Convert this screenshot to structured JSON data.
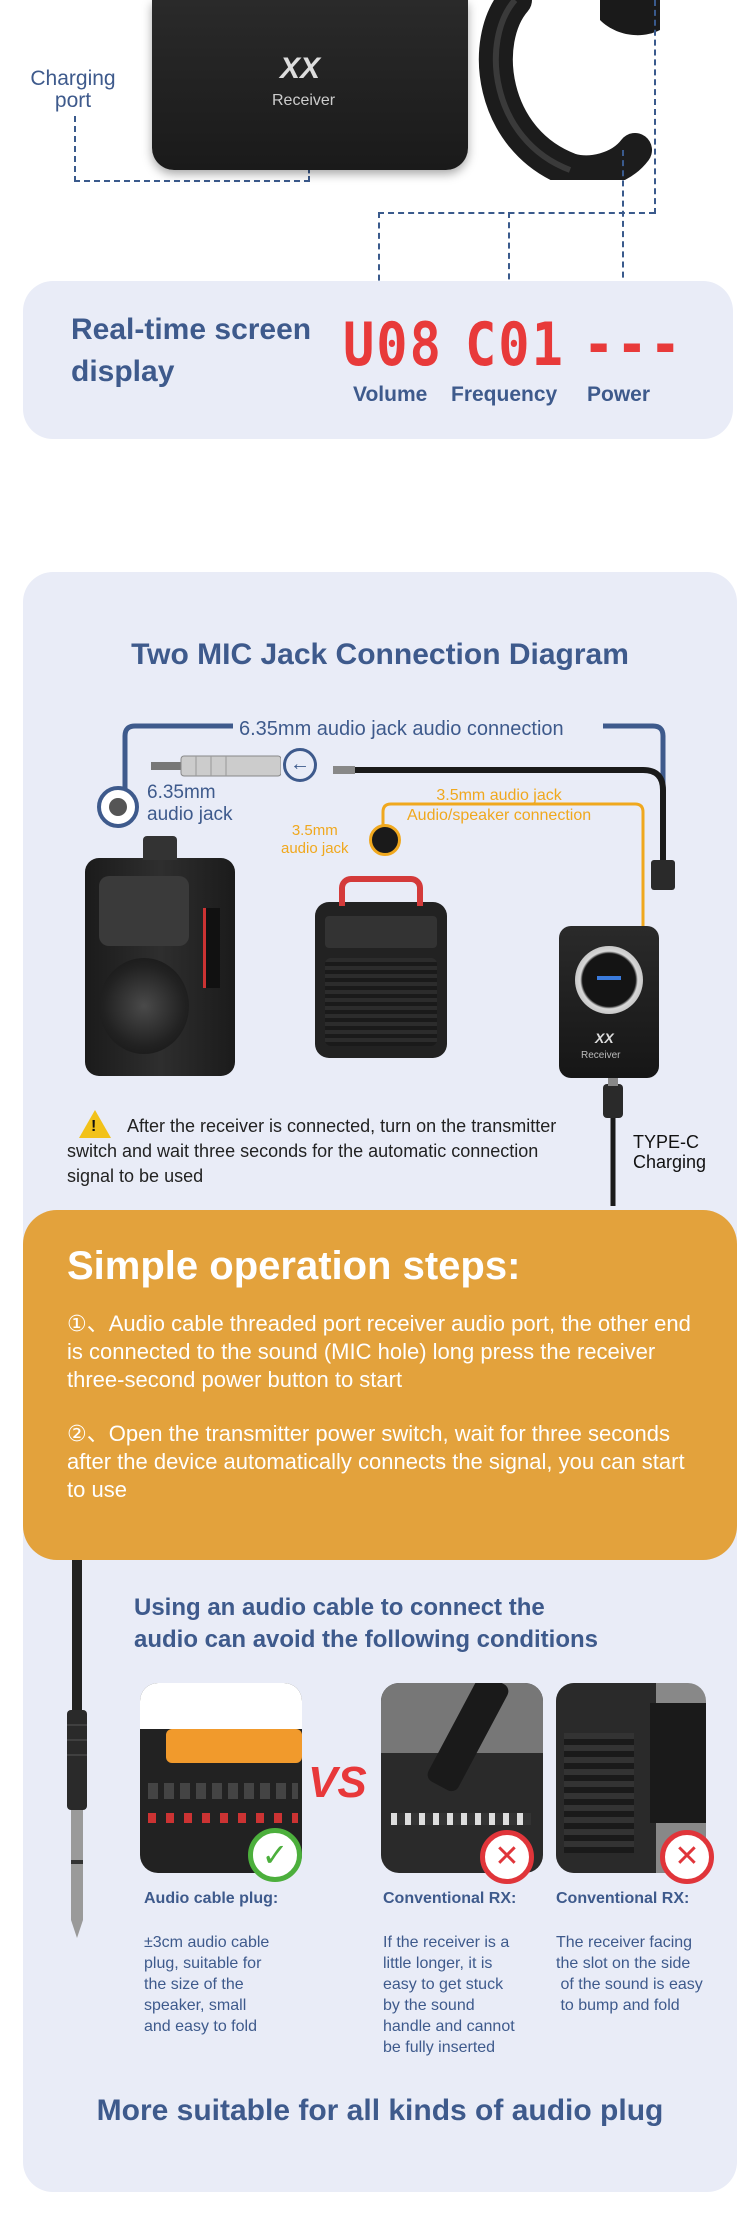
{
  "top": {
    "charging_port": "Charging\nport",
    "device_logo_text": "Receiver"
  },
  "display_card": {
    "title": "Real-time screen\ndisplay",
    "volume_reading": "U08",
    "frequency_reading": "C01",
    "power_reading": "---",
    "volume_label": "Volume",
    "frequency_label": "Frequency",
    "power_label": "Power"
  },
  "diagram": {
    "title": "Two MIC Jack Connection Diagram",
    "line_label": "6.35mm audio jack audio connection",
    "jack_635": "6.35mm\naudio jack",
    "jack_35_right": "3.5mm audio jack\nAudio/speaker connection",
    "jack_35_left": "3.5mm\naudio jack",
    "receiver_badge": "Receiver",
    "warning": "After the receiver is connected, turn on the transmitter switch and wait three seconds for the automatic connection signal to be used",
    "typec": "TYPE-C\nCharging"
  },
  "steps": {
    "title": "Simple operation steps:",
    "step1": "①、Audio cable threaded port receiver audio port, the other end is connected to the sound (MIC hole) long press the receiver three-second power button to start",
    "step2": "②、Open the transmitter power switch, wait for three seconds after the device automatically connects the signal, you can start to use"
  },
  "compare": {
    "heading": "Using an audio cable to connect the\naudio can avoid the following conditions",
    "vs": "VS",
    "col1_title": "Audio cable plug:",
    "col1_text": "±3cm audio cable\nplug, suitable for\nthe size of the\nspeaker, small\nand easy to fold",
    "col2_title": "Conventional RX:",
    "col2_text": "If the receiver is a\nlittle longer, it is\neasy to get stuck\nby the sound\nhandle and cannot\nbe fully inserted",
    "col3_title": "Conventional RX:",
    "col3_text": "The receiver facing\nthe slot on the side\n of the sound is easy\n to bump and fold",
    "footer": "More suitable for all kinds of audio plug"
  },
  "colors": {
    "navy": "#3e5a8c",
    "red": "#e83a3a",
    "orange": "#e3a23c",
    "card": "#e9ecf7",
    "jack_yellow": "#f0a81e"
  }
}
